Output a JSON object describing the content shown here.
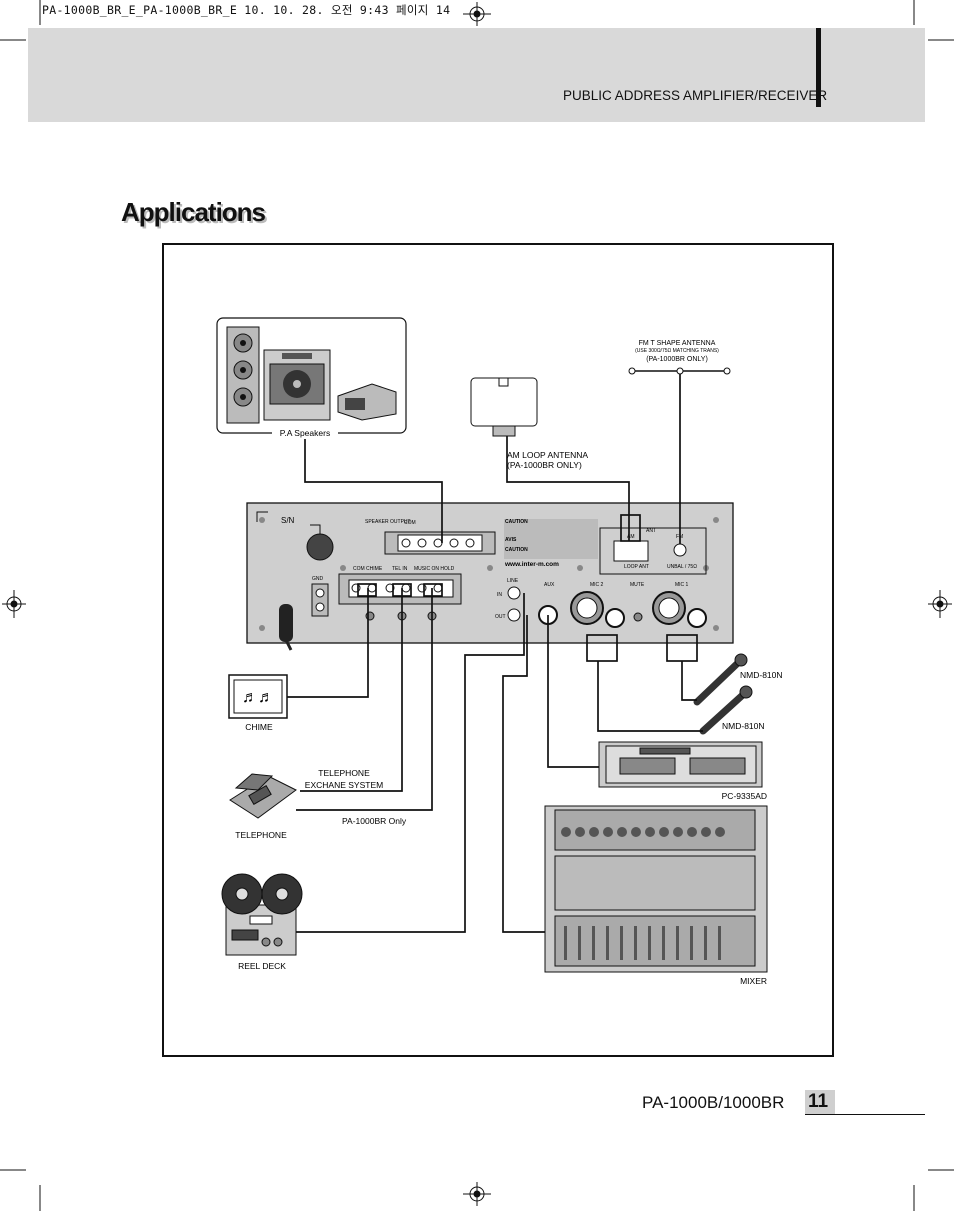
{
  "header": {
    "file_info": "PA-1000B_BR_E_PA-1000B_BR_E 10. 10. 28. 오전 9:43 페이지 14",
    "section": "PUBLIC ADDRESS AMPLIFIER/RECEIVER"
  },
  "page_title": "Applications",
  "diagram": {
    "labels": {
      "pa_speakers": "P.A Speakers",
      "fm_antenna": "FM T SHAPE ANTENNA",
      "fm_antenna_note": "(USE 300Ω/75Ω MATCHING TRANS)",
      "fm_antenna_model": "(PA-1000BR ONLY)",
      "am_antenna": "AM LOOP ANTENNA",
      "am_antenna_model": "(PA-1000BR ONLY)",
      "chime": "CHIME",
      "telephone_exchange_1": "TELEPHONE",
      "telephone_exchange_2": "EXCHANE SYSTEM",
      "pa1000br_only": "PA-1000BR Only",
      "telephone": "TELEPHONE",
      "reel_deck": "REEL DECK",
      "mic_1": "NMD-810N",
      "mic_2": "NMD-810N",
      "cassette_deck": "PC-9335AD",
      "mixer": "MIXER"
    },
    "panel": {
      "sn": "S/N",
      "speaker_output": "SPEAKER OUTPUT",
      "com": "COM",
      "com_chime": "COM CHIME",
      "tel_in": "TEL IN",
      "music_on_hold": "MUSIC ON HOLD",
      "gnd": "GND",
      "line": "LINE",
      "in": "IN",
      "out": "OUT",
      "aux": "AUX",
      "mic_2": "MIC 2",
      "mute": "MUTE",
      "mic_1": "MIC 1",
      "ant": "ANT",
      "am": "AM",
      "fm": "FM",
      "loop_ant": "LOOP ANT",
      "unbal": "UNBAL / 75Ω",
      "caution_1": "CAUTION",
      "avis": "AVIS",
      "caution_2": "CAUTION",
      "url": "www.inter-m.com"
    }
  },
  "footer": {
    "model": "PA-1000B/1000BR",
    "page_number": "11"
  }
}
